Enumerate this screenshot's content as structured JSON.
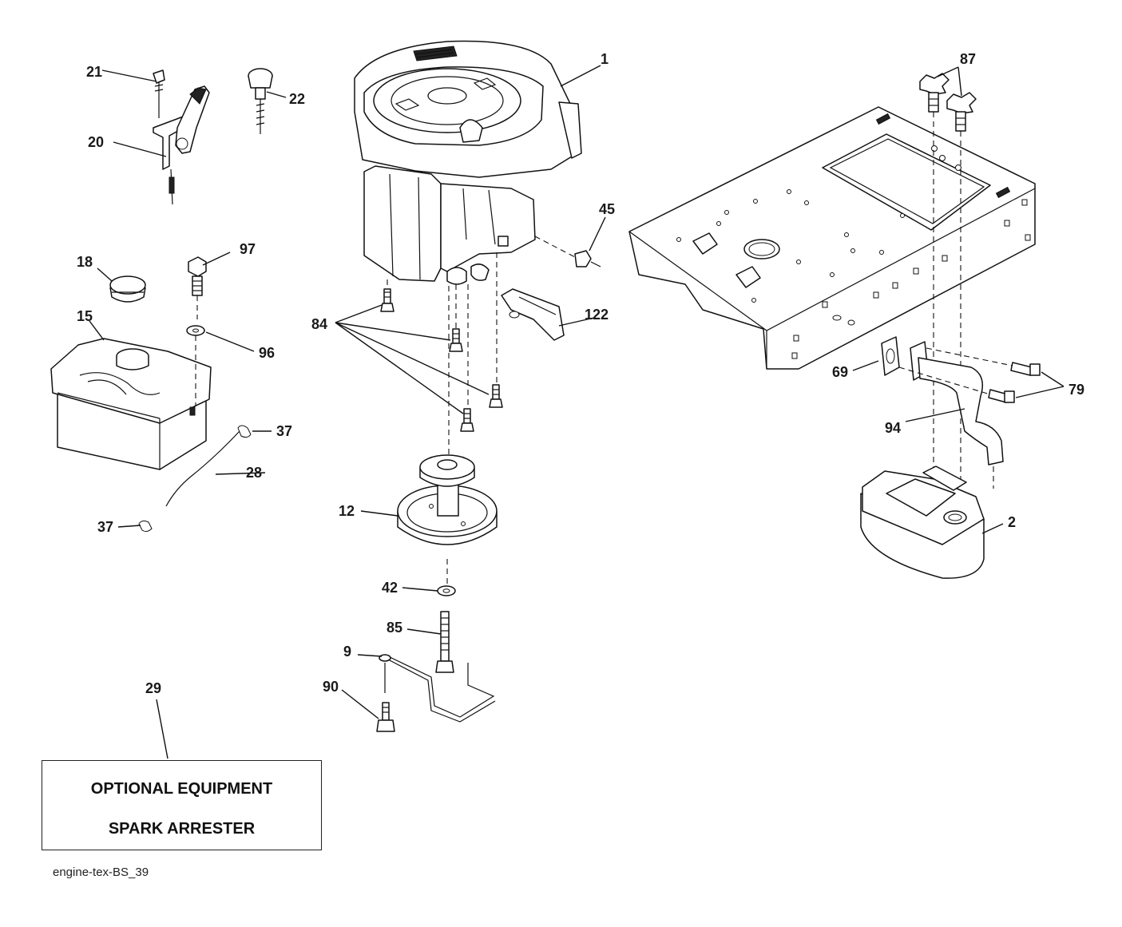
{
  "diagram": {
    "labels": {
      "p1": "1",
      "p2": "2",
      "p9": "9",
      "p12": "12",
      "p15": "15",
      "p18": "18",
      "p20": "20",
      "p21": "21",
      "p22": "22",
      "p28": "28",
      "p29": "29",
      "p37a": "37",
      "p37b": "37",
      "p42": "42",
      "p45": "45",
      "p69": "69",
      "p79": "79",
      "p84": "84",
      "p85": "85",
      "p87": "87",
      "p90": "90",
      "p94": "94",
      "p96": "96",
      "p97": "97",
      "p122": "122"
    },
    "optional_box": {
      "line1": "OPTIONAL EQUIPMENT",
      "line2": "SPARK ARRESTER"
    },
    "footer_id": "engine-tex-BS_39"
  }
}
